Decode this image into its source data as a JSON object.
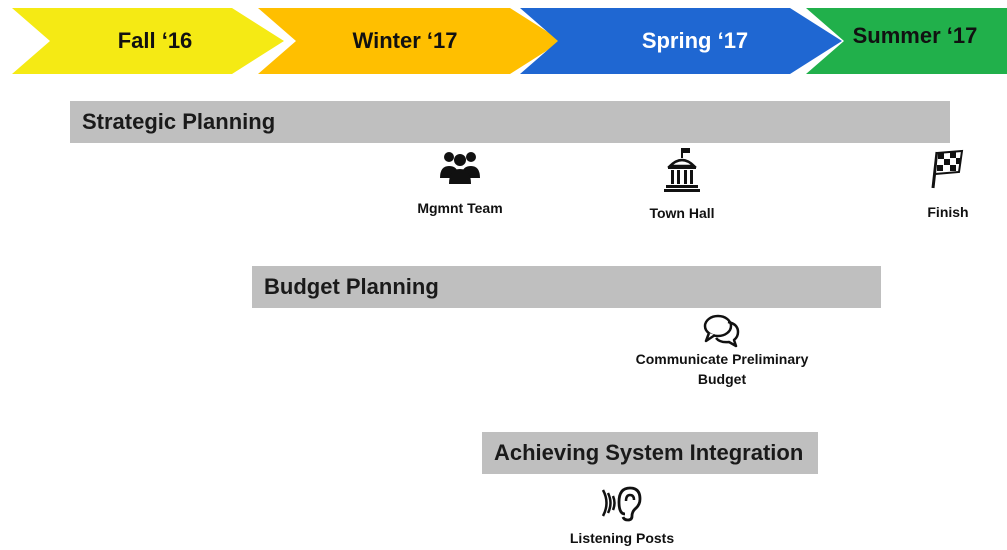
{
  "timeline": {
    "seasons": [
      {
        "label": "Fall ‘16",
        "color": "#f5ea14"
      },
      {
        "label": "Winter ‘17",
        "color": "#ffbf00"
      },
      {
        "label": "Spring ‘17",
        "color": "#1f67d2"
      },
      {
        "label": "Summer ‘17",
        "color": "#21b04b"
      }
    ]
  },
  "bars": {
    "strategic": "Strategic Planning",
    "budget": "Budget Planning",
    "integration": "Achieving System Integration"
  },
  "milestones": {
    "mgmt_team": {
      "label": "Mgmnt Team",
      "icon": "people-group-icon"
    },
    "town_hall": {
      "label": "Town Hall",
      "icon": "town-hall-icon"
    },
    "finish": {
      "label": "Finish",
      "icon": "checkered-flag-icon"
    },
    "communicate_budget": {
      "label": "Communicate Preliminary\nBudget",
      "icon": "speech-bubbles-icon"
    },
    "listening_posts": {
      "label": "Listening Posts",
      "icon": "listening-ear-icon"
    }
  }
}
